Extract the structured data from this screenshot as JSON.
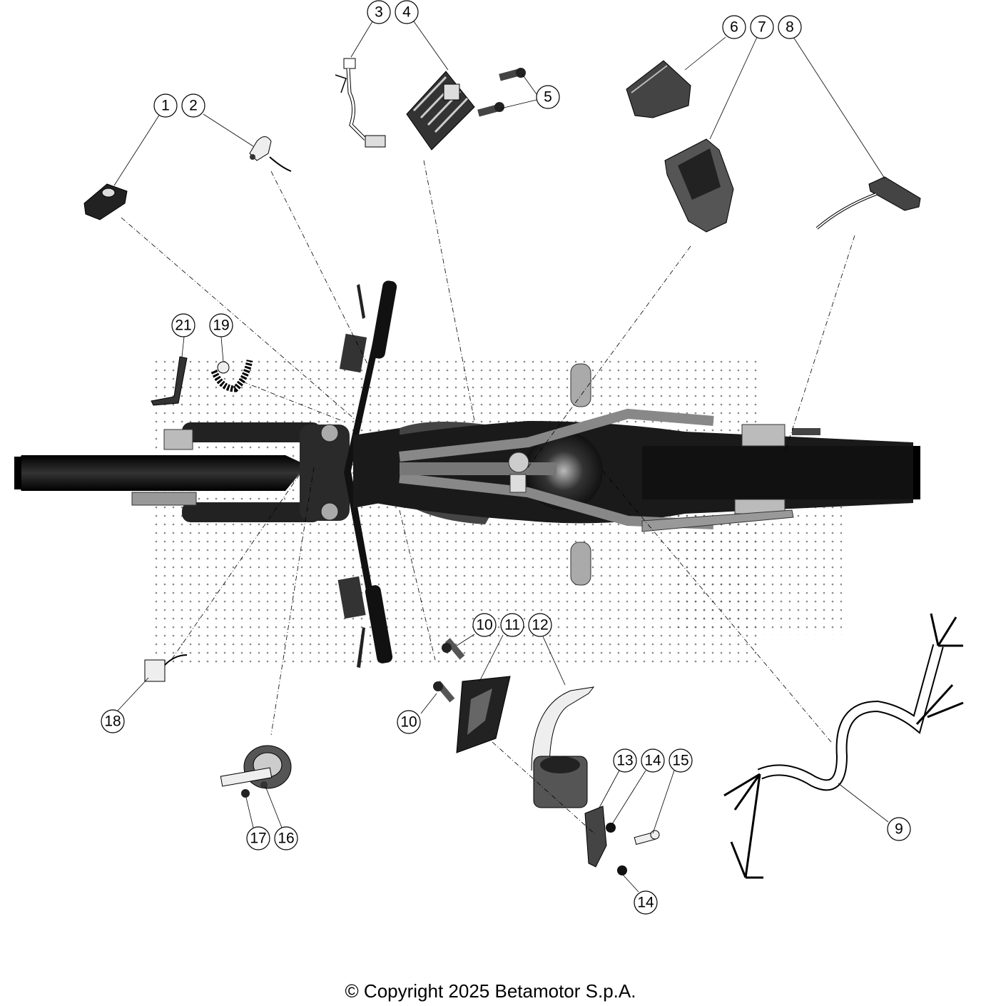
{
  "copyright": "© Copyright 2025 Betamotor S.p.A.",
  "callouts": [
    {
      "id": "c1",
      "label": "1"
    },
    {
      "id": "c2",
      "label": "2"
    },
    {
      "id": "c3",
      "label": "3"
    },
    {
      "id": "c4",
      "label": "4"
    },
    {
      "id": "c5",
      "label": "5"
    },
    {
      "id": "c6",
      "label": "6"
    },
    {
      "id": "c7",
      "label": "7"
    },
    {
      "id": "c8",
      "label": "8"
    },
    {
      "id": "c9",
      "label": "9"
    },
    {
      "id": "c10a",
      "label": "10"
    },
    {
      "id": "c11",
      "label": "11"
    },
    {
      "id": "c12",
      "label": "12"
    },
    {
      "id": "c10b",
      "label": "10"
    },
    {
      "id": "c13",
      "label": "13"
    },
    {
      "id": "c14a",
      "label": "14"
    },
    {
      "id": "c15",
      "label": "15"
    },
    {
      "id": "c14b",
      "label": "14"
    },
    {
      "id": "c16",
      "label": "16"
    },
    {
      "id": "c17",
      "label": "17"
    },
    {
      "id": "c18",
      "label": "18"
    },
    {
      "id": "c19",
      "label": "19"
    },
    {
      "id": "c21",
      "label": "21"
    }
  ],
  "colors": {
    "ink": "#000000",
    "body": "#1a1a1a",
    "part": "#555555",
    "light": "#d9d9d9"
  }
}
